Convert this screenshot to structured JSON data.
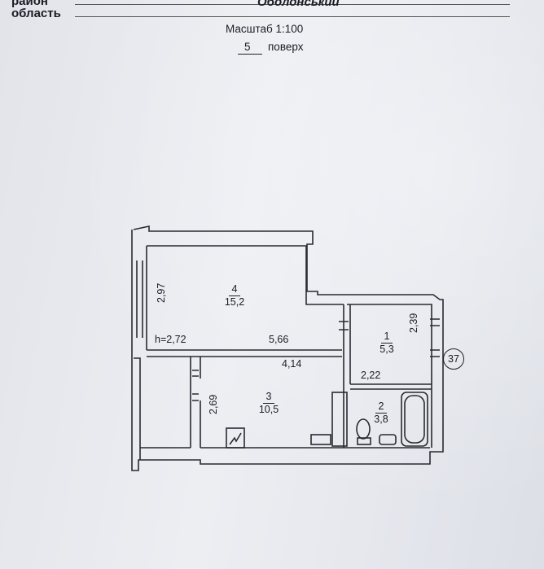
{
  "header": {
    "district_label": "район",
    "region_label": "область",
    "district_value": "Оболонський"
  },
  "plan_header": {
    "scale": "Масштаб 1:100",
    "floor_number": "5",
    "floor_word": "поверх"
  },
  "dimensions": {
    "d_297": "2,97",
    "height": "h=2,72",
    "d_566": "5,66",
    "d_414": "4,14",
    "d_269": "2,69",
    "d_239": "2,39",
    "d_222": "2,22"
  },
  "rooms": [
    {
      "number": "4",
      "area": "15,2"
    },
    {
      "number": "3",
      "area": "10,5"
    },
    {
      "number": "1",
      "area": "5,3"
    },
    {
      "number": "2",
      "area": "3,8"
    }
  ],
  "apartment_number": "37"
}
